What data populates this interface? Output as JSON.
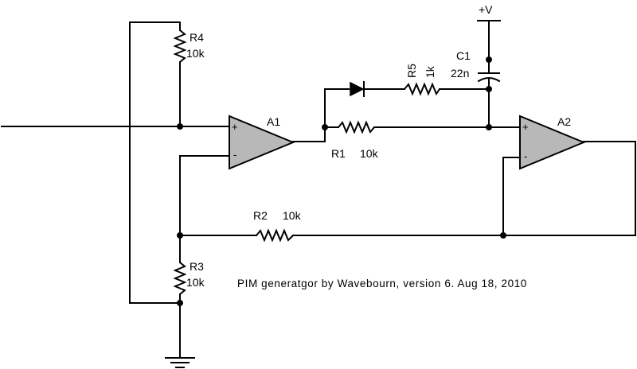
{
  "supply": {
    "label": "+V"
  },
  "components": {
    "r4": {
      "ref": "R4",
      "value": "10k"
    },
    "r3": {
      "ref": "R3",
      "value": "10k"
    },
    "r1": {
      "ref": "R1",
      "value": "10k"
    },
    "r2": {
      "ref": "R2",
      "value": "10k"
    },
    "r5": {
      "ref": "R5",
      "value": "1k"
    },
    "c1": {
      "ref": "C1",
      "value": "22n"
    }
  },
  "opamps": {
    "a1": {
      "ref": "A1",
      "plus": "+",
      "minus": "-"
    },
    "a2": {
      "ref": "A2",
      "plus": "+",
      "minus": "-"
    }
  },
  "caption": "PIM generatgor by Wavebourn, version 6. Aug 18, 2010"
}
